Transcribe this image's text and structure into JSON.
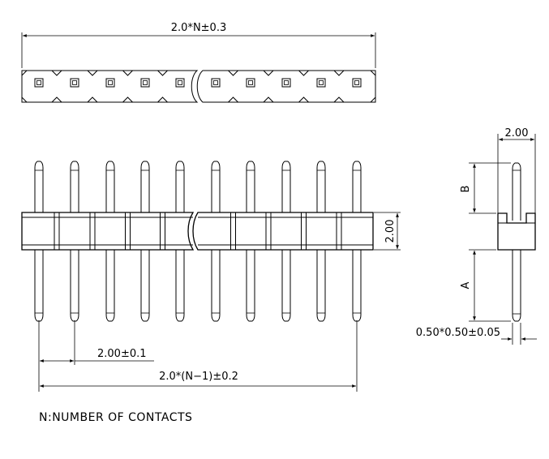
{
  "dimensions": {
    "overall_length": "2.0*N±0.3",
    "pitch": "2.00±0.1",
    "span": "2.0*(N−1)±0.2",
    "insulator_height": "2.00",
    "side_width": "2.00",
    "pin_section": "0.50*0.50±0.05",
    "label_b": "B",
    "label_a": "A"
  },
  "note": "N:NUMBER  OF  CONTACTS"
}
